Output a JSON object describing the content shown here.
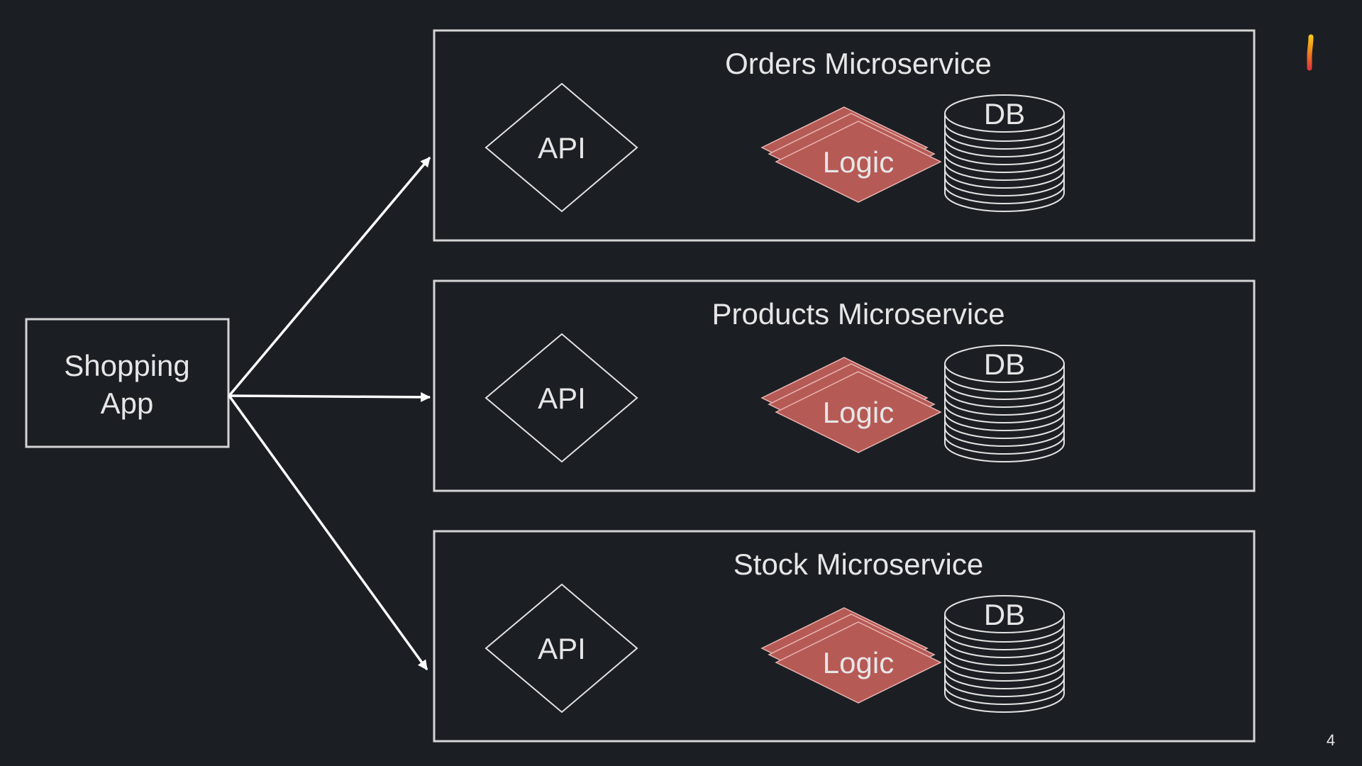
{
  "client": {
    "label_line1": "Shopping",
    "label_line2": "App"
  },
  "services": [
    {
      "title": "Orders Microservice",
      "api_label": "API",
      "logic_label": "Logic",
      "db_label": "DB"
    },
    {
      "title": "Products Microservice",
      "api_label": "API",
      "logic_label": "Logic",
      "db_label": "DB"
    },
    {
      "title": "Stock Microservice",
      "api_label": "API",
      "logic_label": "Logic",
      "db_label": "DB"
    }
  ],
  "page_number": "4",
  "colors": {
    "background": "#1b1f24",
    "stroke": "#d4d4d4",
    "logic_fill": "#b65a56",
    "logic_stroke": "#e8b4b0",
    "text": "#e6e6e6",
    "logo": [
      "#3a78ff",
      "#23c26b",
      "#f5c518",
      "#f0801e",
      "#e03a3a"
    ]
  },
  "logo_icon": "brand-logo-icon"
}
